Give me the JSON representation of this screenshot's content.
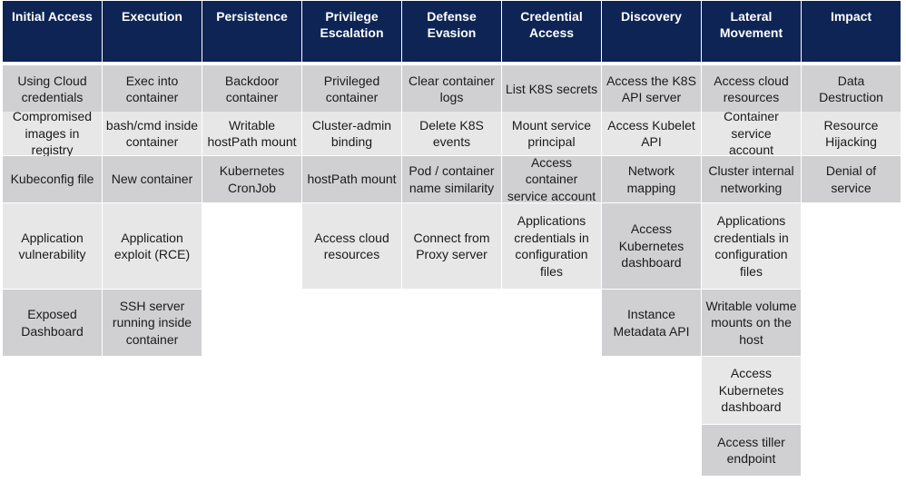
{
  "colors": {
    "header_bg": "#0d2455",
    "header_text": "#ffffff",
    "cell_dark": "#d0d0d3",
    "cell_light": "#e7e7e8",
    "cell_text": "#1a1a1a"
  },
  "columns": [
    {
      "title": "Initial Access",
      "items": [
        "Using Cloud credentials",
        "Compromised images in registry",
        "Kubeconfig file",
        "Application vulnerability",
        "Exposed Dashboard"
      ]
    },
    {
      "title": "Execution",
      "items": [
        "Exec into container",
        "bash/cmd inside container",
        "New container",
        "Application exploit (RCE)",
        "SSH server running inside container"
      ]
    },
    {
      "title": "Persistence",
      "items": [
        "Backdoor container",
        "Writable hostPath mount",
        "Kubernetes CronJob"
      ]
    },
    {
      "title": "Privilege Escalation",
      "items": [
        "Privileged container",
        "Cluster-admin binding",
        "hostPath mount",
        "Access cloud resources"
      ]
    },
    {
      "title": "Defense Evasion",
      "items": [
        "Clear container logs",
        "Delete K8S events",
        "Pod / container name similarity",
        "Connect from Proxy server"
      ]
    },
    {
      "title": "Credential Access",
      "items": [
        "List K8S secrets",
        "Mount service principal",
        "Access container service account",
        "Applications credentials in configuration files"
      ]
    },
    {
      "title": "Discovery",
      "items": [
        "Access the K8S API server",
        "Access Kubelet API",
        "Network mapping",
        "Access Kubernetes dashboard",
        "Instance Metadata API"
      ]
    },
    {
      "title": "Lateral Movement",
      "items": [
        "Access cloud resources",
        "Container service account",
        "Cluster internal networking",
        "Applications credentials in configuration files",
        "Writable volume mounts on the host",
        "Access Kubernetes dashboard",
        "Access tiller endpoint"
      ]
    },
    {
      "title": "Impact",
      "items": [
        "Data Destruction",
        "Resource Hijacking",
        "Denial of service"
      ]
    }
  ]
}
